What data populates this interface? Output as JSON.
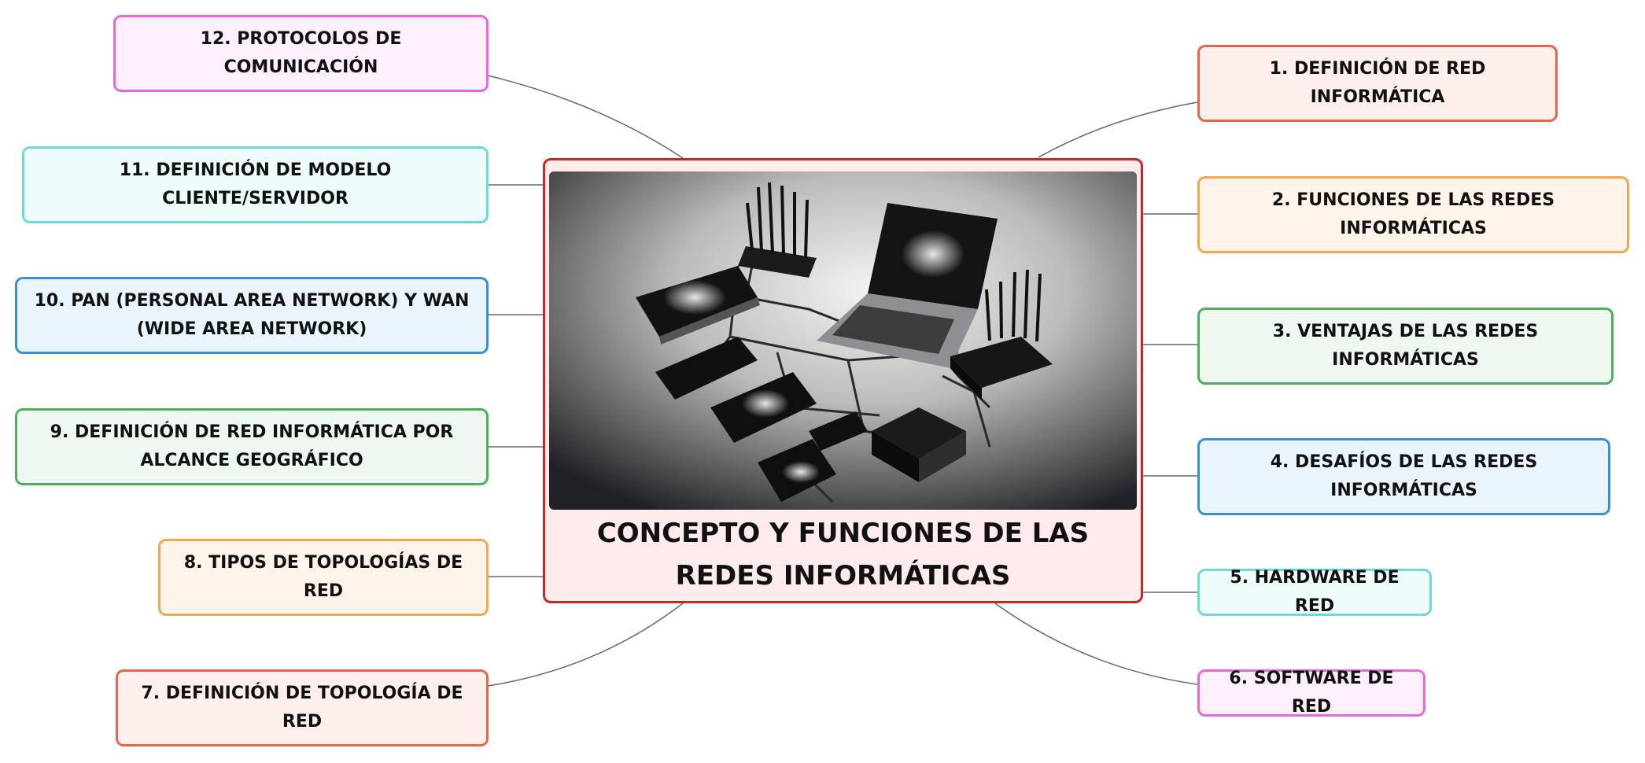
{
  "center": {
    "title": "CONCEPTO Y FUNCIONES DE LAS REDES INFORMÁTICAS",
    "image_description_icons": [
      "laptop-icon",
      "router-icon",
      "smartphone-icon",
      "tablet-icon",
      "switch-icon",
      "hard-drive-icon"
    ]
  },
  "topics": [
    {
      "label": "1. DEFINICIÓN DE RED INFORMÁTICA",
      "color": "#e2674f"
    },
    {
      "label": "2. FUNCIONES DE LAS REDES INFORMÁTICAS",
      "color": "#f2a64f"
    },
    {
      "label": "3. VENTAJAS DE LAS REDES INFORMÁTICAS",
      "color": "#4fae5e"
    },
    {
      "label": "4. DESAFÍOS DE LAS REDES INFORMÁTICAS",
      "color": "#3a8fd0"
    },
    {
      "label": "5. HARDWARE DE RED",
      "color": "#6fd8dc"
    },
    {
      "label": "6. SOFTWARE DE RED",
      "color": "#e36ad7"
    },
    {
      "label": "7. DEFINICIÓN DE TOPOLOGÍA DE RED",
      "color": "#e2674f"
    },
    {
      "label": "8. TIPOS DE TOPOLOGÍAS DE RED",
      "color": "#f2a64f"
    },
    {
      "label": "9. DEFINICIÓN DE RED INFORMÁTICA POR ALCANCE GEOGRÁFICO",
      "color": "#4fae5e"
    },
    {
      "label": "10. PAN (PERSONAL AREA NETWORK) Y WAN (WIDE AREA NETWORK)",
      "color": "#3a8fd0"
    },
    {
      "label": "11. DEFINICIÓN DE MODELO CLIENTE/SERVIDOR",
      "color": "#6fd8dc"
    },
    {
      "label": "12. PROTOCOLOS DE COMUNICACIÓN",
      "color": "#e36ad7"
    }
  ]
}
